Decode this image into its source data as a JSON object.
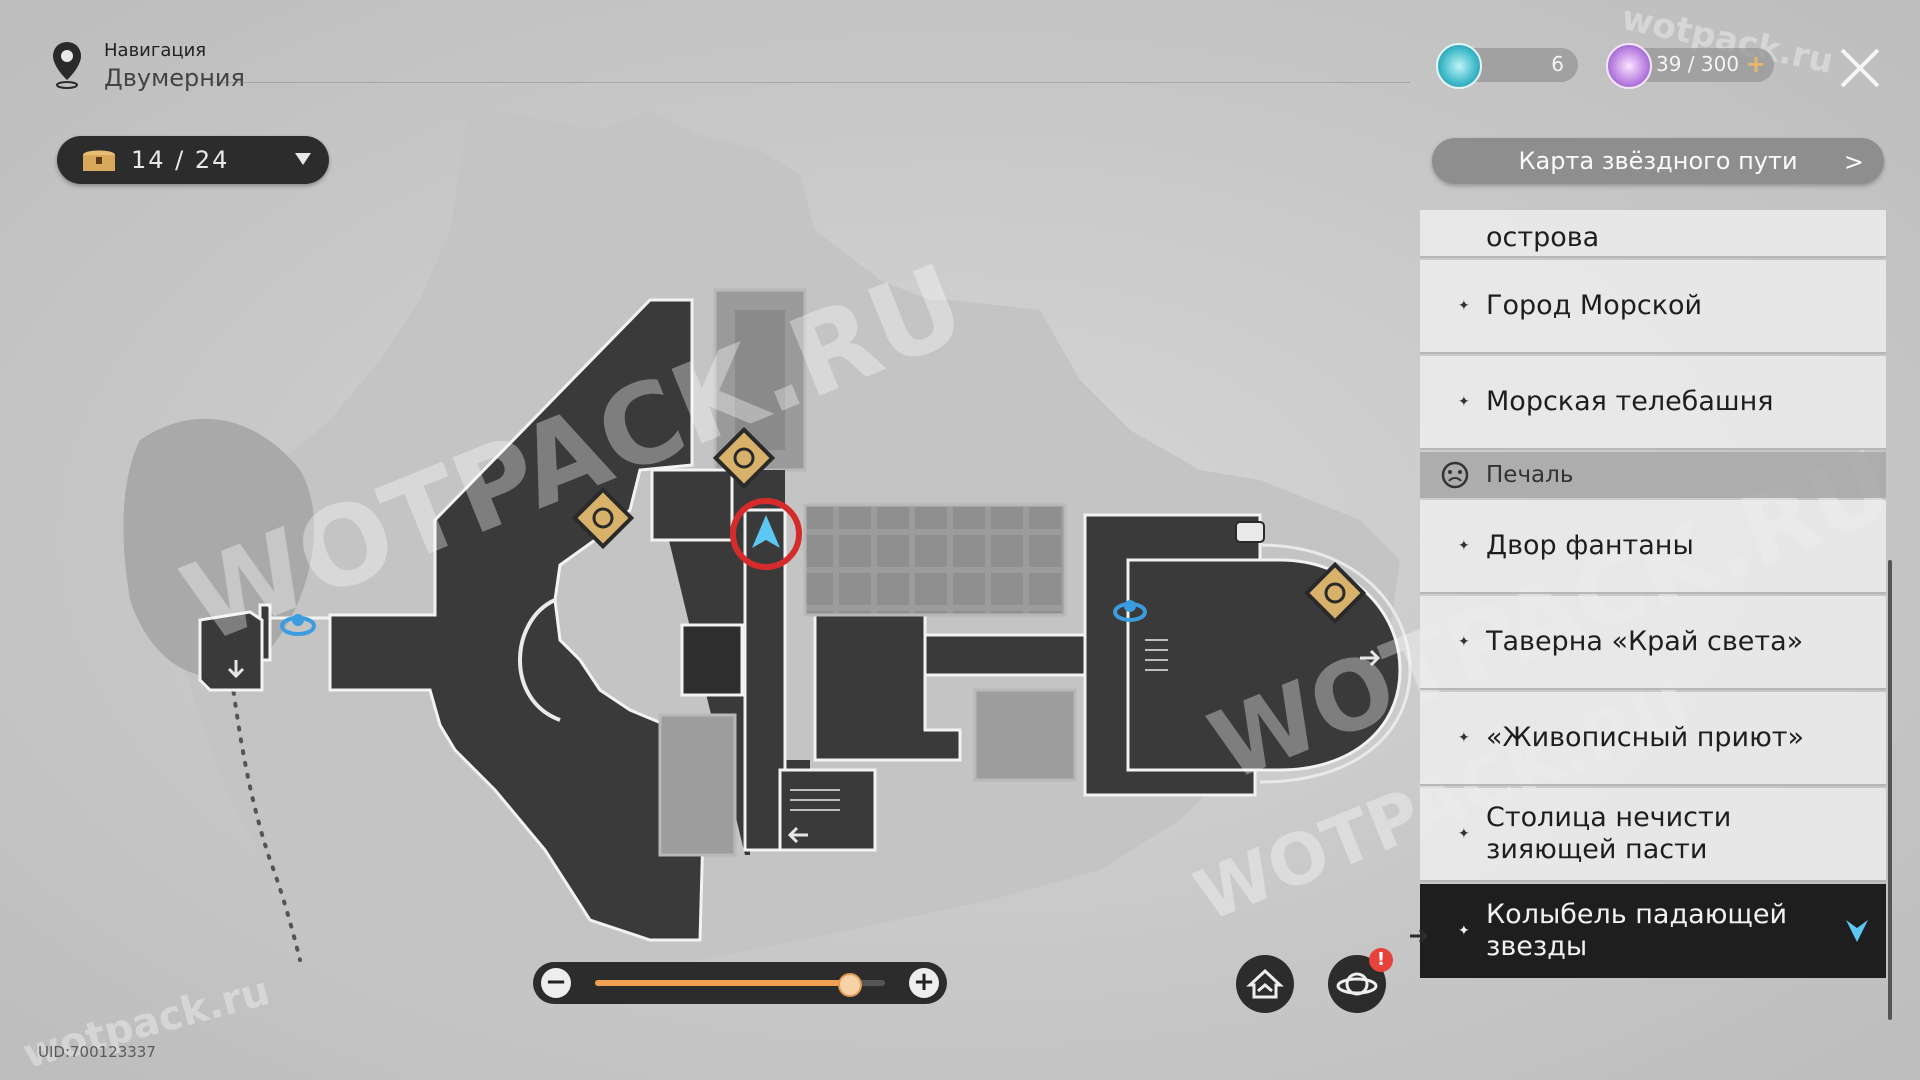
{
  "navigation": {
    "label": "Навигация",
    "location": "Двумерния"
  },
  "chest_counter": {
    "value": "14 / 24"
  },
  "currencies": [
    {
      "icon": "stellar-reserve-icon",
      "value": "6"
    },
    {
      "icon": "trailblaze-power-icon",
      "value": "39 / 300"
    }
  ],
  "star_rail_map_button": {
    "label": "Карта звёздного пути"
  },
  "location_list": {
    "items": [
      {
        "label": "острова",
        "type": "item"
      },
      {
        "label": "Город Морской",
        "type": "item"
      },
      {
        "label": "Морская телебашня",
        "type": "item"
      },
      {
        "label": "Печаль",
        "type": "category"
      },
      {
        "label": "Двор фантаны",
        "type": "item"
      },
      {
        "label": "Таверна «Край света»",
        "type": "item"
      },
      {
        "label": "«Живописный приют»",
        "type": "item"
      },
      {
        "label": "Столица нечисти зияющей пасти",
        "type": "item"
      },
      {
        "label": "Колыбель падающей звезды",
        "type": "item",
        "selected": true
      }
    ]
  },
  "zoom": {
    "level": 0.88,
    "minus": "−",
    "plus": "+"
  },
  "uid": "UID:700123337",
  "notification_badge": "!",
  "watermarks": [
    "WOTPACK.RU",
    "WOTPACK.RU",
    "WOTPACK.RU",
    "wotpack.ru",
    "wotpack.ru"
  ]
}
